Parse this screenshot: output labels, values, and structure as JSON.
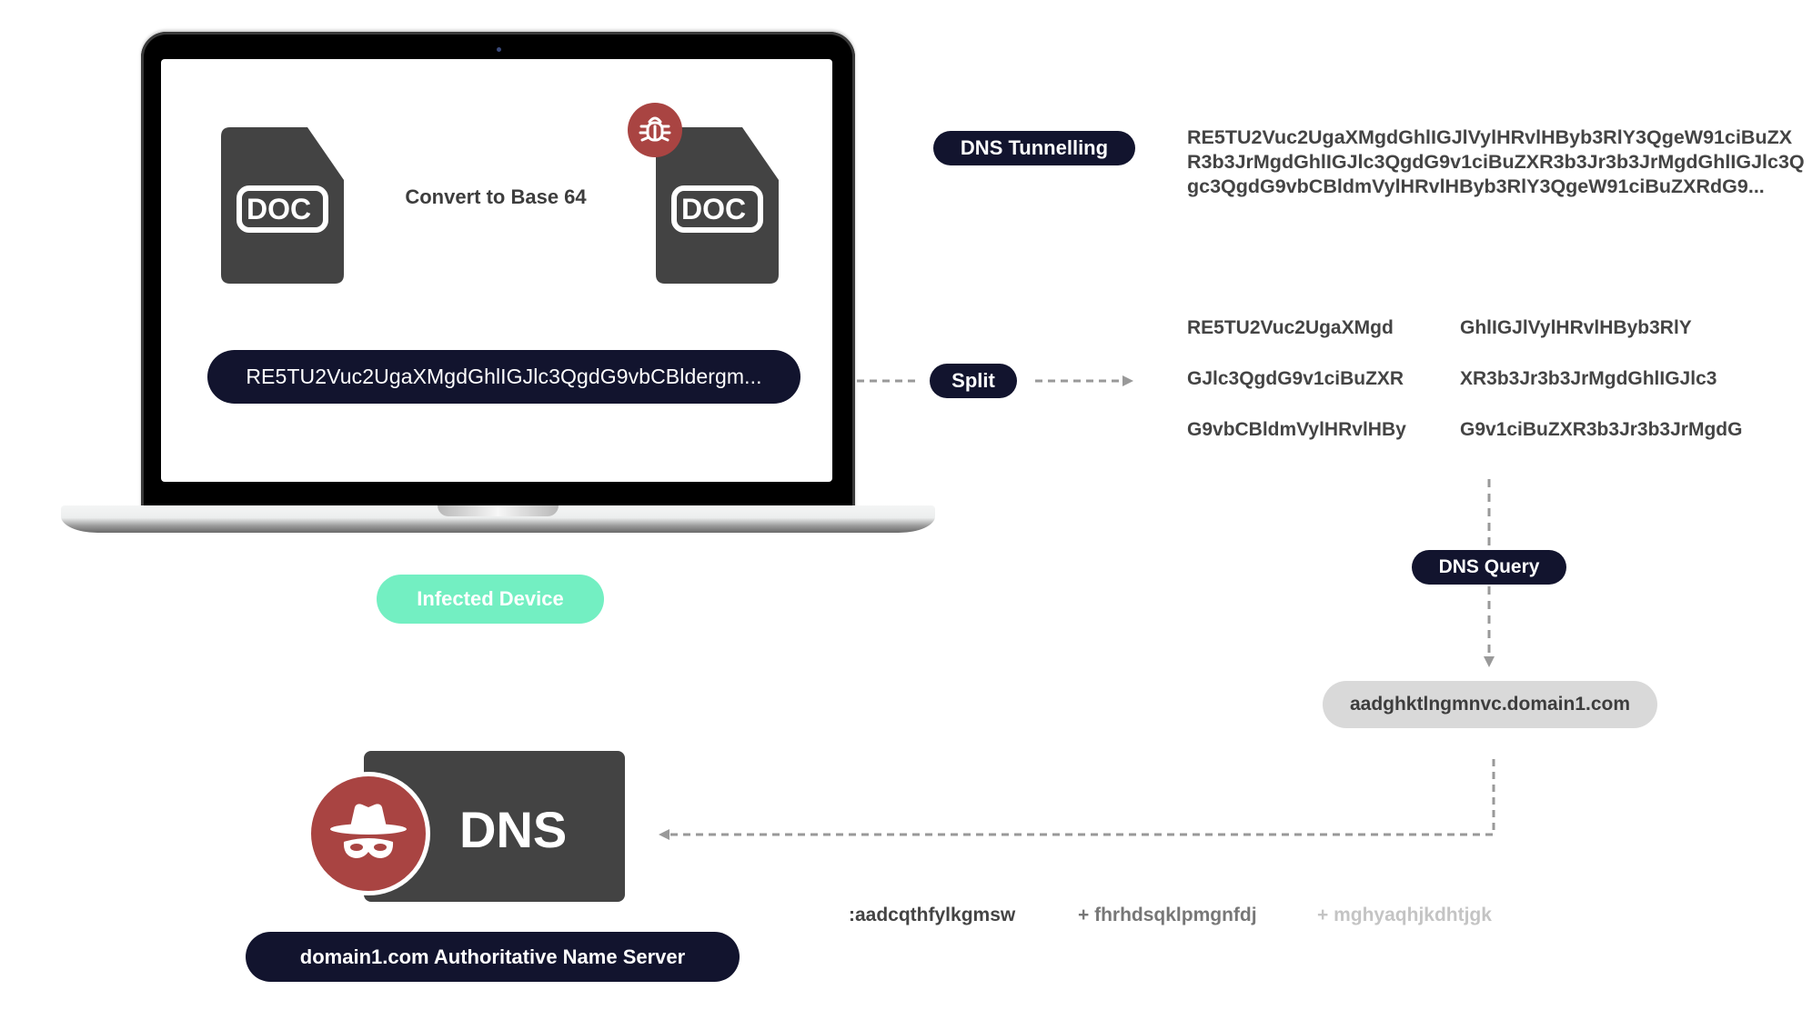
{
  "diagram": {
    "title": "DNS Tunnelling exfiltration flow",
    "colors": {
      "pill_dark": "#12142e",
      "infected_green": "#73efc2",
      "threat_red": "#A94442",
      "doc_gray": "#434343",
      "domain_pill_gray": "#d9d9d9",
      "arrow_gray": "#999999"
    }
  },
  "laptop": {
    "source_doc": {
      "icon": "doc-icon",
      "label": "DOC"
    },
    "convert_label": "Convert to Base 64",
    "infected_doc": {
      "icon": "doc-icon",
      "label": "DOC",
      "badge_icon": "bug-icon"
    },
    "encoded_string": "RE5TU2Vuc2UgaXMgdGhlIGJlc3QgdG9vbCBldergm...",
    "device_label": "Infected Device"
  },
  "tunnelling": {
    "label": "DNS Tunnelling",
    "payload": "RE5TU2Vuc2UgaXMgdGhlIGJlVylHRvlHByb3RlY3QgeW91ciBuZXR3b3JrMgdGhlIGJlc3QgdG9v1ciBuZXR3b3Jr3b3JrMgdGhlIGJlc3Qgc3QgdG9vbCBldmVylHRvlHByb3RlY3QgeW91ciBuZXRdG9..."
  },
  "split": {
    "label": "Split",
    "chunks": [
      "RE5TU2Vuc2UgaXMgd",
      "GhlIGJlVylHRvlHByb3RlY",
      "GJlc3QgdG9v1ciBuZXR",
      "XR3b3Jr3b3JrMgdGhlIGJlc3",
      "G9vbCBldmVylHRvlHBy",
      "G9v1ciBuZXR3b3Jr3b3JrMgdG"
    ]
  },
  "query": {
    "label": "DNS Query",
    "domain": "aadghktlngmnvc.domain1.com"
  },
  "server": {
    "box_label": "DNS",
    "icon": "spy-icon",
    "name": "domain1.com Authoritative Name Server"
  },
  "subdomains": [
    ":aadcqthfylkgmsw",
    "+ fhrhdsqklpmgnfdj",
    "+ mghyaqhjkdhtjgk"
  ]
}
